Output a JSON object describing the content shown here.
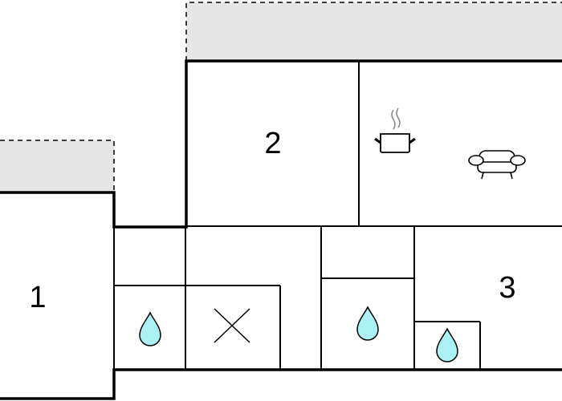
{
  "rooms": [
    {
      "label": "1"
    },
    {
      "label": "2"
    },
    {
      "label": "3"
    }
  ],
  "icons": [
    "water-drop-icon",
    "water-drop-icon",
    "water-drop-icon",
    "x-mark-icon",
    "cooking-pot-icon",
    "sofa-icon"
  ],
  "colors": {
    "terrace": "#e6e6e6",
    "water": "#aaf0f5",
    "wall": "#000000"
  }
}
